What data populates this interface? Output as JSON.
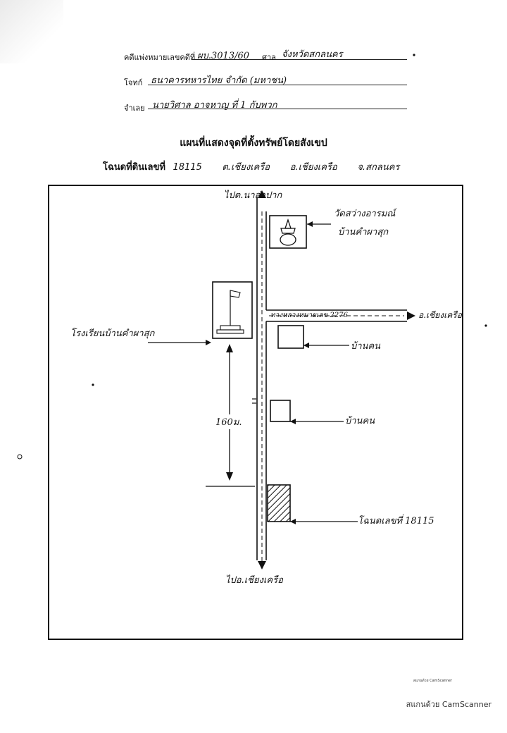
{
  "header": {
    "case_label": "คดีแพ่งหมายเลขคดีที่",
    "case_no": "ผบ.3013/60",
    "court_label": "ศาล",
    "court": "จังหวัดสกลนคร",
    "plaintiff_label": "โจทก์",
    "plaintiff": "ธนาคารทหารไทย จำกัด (มหาชน)",
    "defendant_label": "จำเลย",
    "defendant": "นายวิศาล อาจหาญ  ที่ 1 กับพวก"
  },
  "title": "แผนที่แสดงจุดที่ตั้งทรัพย์โดยสังเขป",
  "deed": {
    "prefix": "โฉนดที่ดินเลขที่",
    "number": "18115",
    "subdistrict": "ต.เชียงเครือ",
    "district": "อ.เชียงเครือ",
    "province": "จ.สกลนคร"
  },
  "map": {
    "to_north": "ไปต.นาล่าปาก",
    "temple": "วัดสว่างอารมณ์",
    "temple_village": "บ้านคำผาสุก",
    "road": "ทางหลวงหมายเลข 2276",
    "to_east": "อ.เชียงเครือ",
    "school": "โรงเรียนบ้านคำผาสุก",
    "house1": "บ้านคน",
    "house2": "บ้านคน",
    "distance": "160ม.",
    "deed_plot": "โฉนดเลขที่ 18115",
    "to_south": "ไปอ.เชียงเครือ"
  },
  "footer": {
    "small_mark": "สแกนด้วย CamScanner",
    "scanner": "สแกนด้วย CamScanner"
  }
}
